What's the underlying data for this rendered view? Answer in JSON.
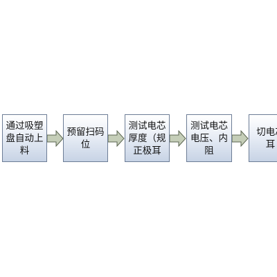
{
  "steps": [
    "通过吸塑盘自动上料",
    "预留扫码位",
    "测试电芯厚度（规正极耳",
    "测试电芯电压、内阻",
    "切电芯耳"
  ],
  "colors": {
    "box_fill_top": "#ffffff",
    "box_fill_bottom": "#c7d3e5",
    "box_border": "#6c7c95",
    "arrow_fill": "#c5ceb8",
    "arrow_stroke": "#5a6450"
  }
}
